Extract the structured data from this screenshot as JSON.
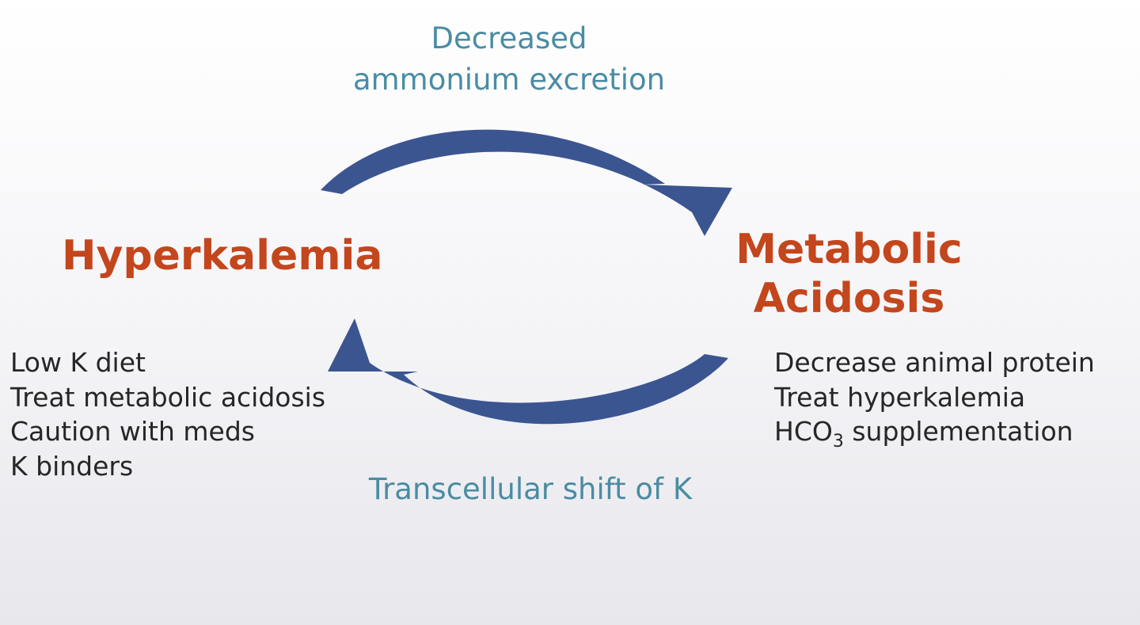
{
  "diagram": {
    "top_process": {
      "line1": "Decreased",
      "line2": "ammonium excretion"
    },
    "bottom_process": {
      "label": "Transcellular shift of K"
    },
    "left_node": {
      "title": "Hyperkalemia",
      "treatments": [
        "Low K diet",
        "Treat metabolic acidosis",
        "Caution with meds",
        "K binders"
      ]
    },
    "right_node": {
      "title_line1": "Metabolic",
      "title_line2": "Acidosis",
      "treatments": {
        "item1": "Decrease animal protein",
        "item2": "Treat hyperkalemia",
        "item3_prefix": "HCO",
        "item3_subscript": "3",
        "item3_suffix": " supplementation"
      }
    },
    "colors": {
      "arrow": "#3b5591",
      "node_title": "#c4461c",
      "process_label": "#4a8ca3",
      "body_text": "#262626"
    }
  }
}
